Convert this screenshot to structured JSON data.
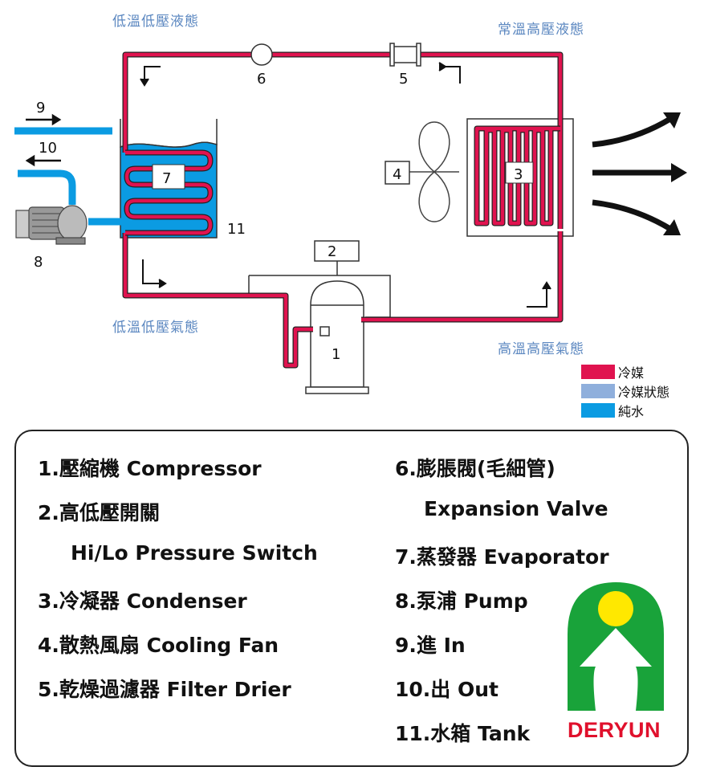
{
  "state_labels": {
    "top_left": "低溫低壓液態",
    "top_right": "常溫高壓液態",
    "bottom_left": "低溫低壓氣態",
    "bottom_right": "高溫高壓氣態"
  },
  "component_numbers": {
    "c1": "1",
    "c2": "2",
    "c3": "3",
    "c4": "4",
    "c5": "5",
    "c6": "6",
    "c7": "7",
    "c8": "8",
    "c9": "9",
    "c10": "10",
    "c11": "11"
  },
  "legend": [
    {
      "color": "#e0134f",
      "label": "冷媒"
    },
    {
      "color": "#8fafdc",
      "label": "冷媒狀態"
    },
    {
      "color": "#0b9be2",
      "label": "純水"
    }
  ],
  "key_items": {
    "k1": "1.壓縮機 Compressor",
    "k2": "2.高低壓開關",
    "k2b": "Hi/Lo Pressure Switch",
    "k3": "3.冷凝器 Condenser",
    "k4": "4.散熱風扇 Cooling Fan",
    "k5": "5.乾燥過濾器 Filter Drier",
    "k6": "6.膨脹閥(毛細管)",
    "k6b": "Expansion Valve",
    "k7": "7.蒸發器 Evaporator",
    "k8": "8.泵浦 Pump",
    "k9": "9.進 In",
    "k10": "10.出 Out",
    "k11": "11.水箱 Tank"
  },
  "logo": {
    "text": "DERYUN"
  },
  "colors": {
    "refrigerant": "#e0134f",
    "water": "#0b9be2",
    "state_text": "#5b87c0",
    "logo_green": "#19a33a",
    "logo_yellow": "#ffe800"
  }
}
